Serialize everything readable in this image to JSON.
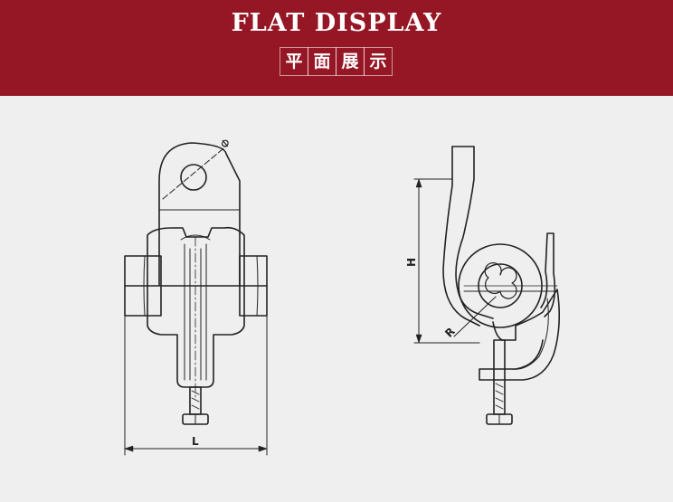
{
  "banner": {
    "title": "FLAT DISPLAY",
    "subtitle_chars": [
      "平",
      "面",
      "展",
      "示"
    ],
    "background_color": "#951624",
    "text_color": "#ffffff"
  },
  "drawing": {
    "front_view": {
      "diameter_label": "Φ",
      "length_label": "L"
    },
    "side_view": {
      "height_label": "H",
      "radius_label": "R"
    },
    "line_color": "#222222",
    "background_color": "#f0efef"
  }
}
